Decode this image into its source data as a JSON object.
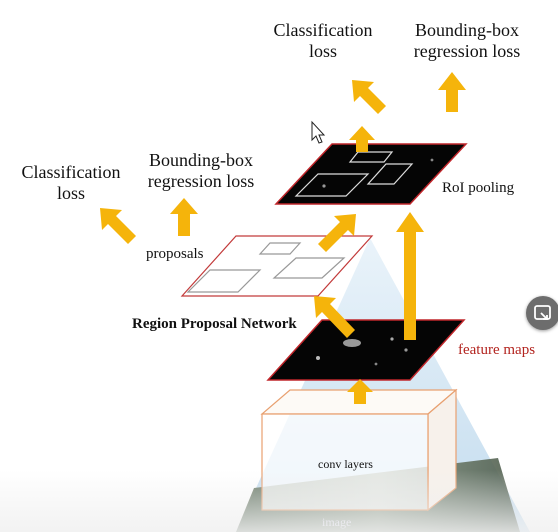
{
  "labels": {
    "cls_top": "Classification\nloss",
    "bbox_top": "Bounding-box\nregression loss",
    "cls_left": "Classification\nloss",
    "bbox_left": "Bounding-box\nregression loss",
    "proposals": "proposals",
    "roi_pooling": "RoI pooling",
    "rpn": "Region Proposal Network",
    "feature_maps": "feature maps",
    "conv_layers": "conv layers",
    "image": "image"
  },
  "colors": {
    "arrow": "#f5b40b",
    "feature_border": "#c0262b",
    "proposal_border": "#c23a3a",
    "conv_box_border": "#e8a070",
    "pyramid": "#cfe3f1"
  },
  "icons": {
    "cursor": "mouse-cursor-icon",
    "side_button": "picture-in-picture-icon"
  }
}
